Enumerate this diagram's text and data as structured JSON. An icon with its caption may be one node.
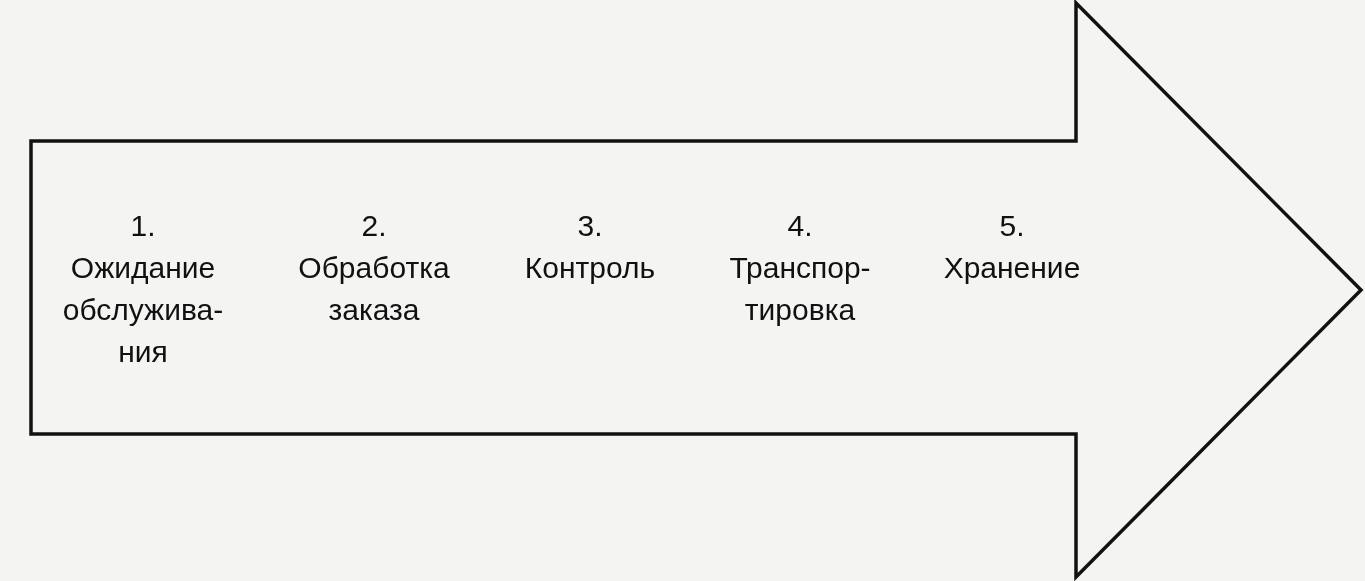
{
  "diagram": {
    "nodes": [
      {
        "text": [
          "1.",
          "Ожидание обслужива-ния",
          "2.",
          "Обработка заказа",
          "3.",
          "Контроль",
          "4.",
          "Транспор-тировка",
          "5.",
          "Хранение"
        ]
      }
    ]
  }
}
